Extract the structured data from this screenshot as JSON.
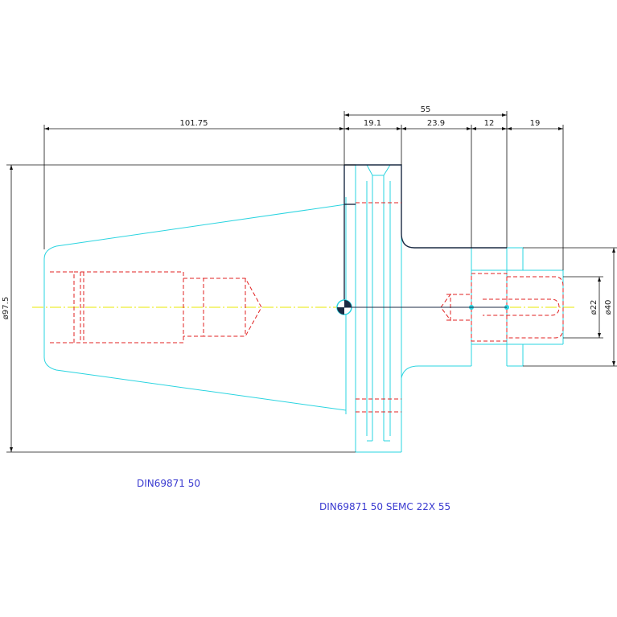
{
  "colors": {
    "outline": "#2ad4e0",
    "hidden": "#e02020",
    "centerline": "#e8e800",
    "dimension": "#111111",
    "caption": "#3a3ad0"
  },
  "dimensions": {
    "overall_55": "55",
    "taper_101_75": "101.75",
    "flange_19_1": "19.1",
    "neck_23_9": "23.9",
    "collar_12": "12",
    "pilot_19": "19",
    "diameter_97_5": "ø97.5",
    "diameter_22": "ø22",
    "diameter_40": "ø40"
  },
  "captions": {
    "standard": "DIN69871 50",
    "part_number": "DIN69871 50 SEMC 22X 55"
  }
}
